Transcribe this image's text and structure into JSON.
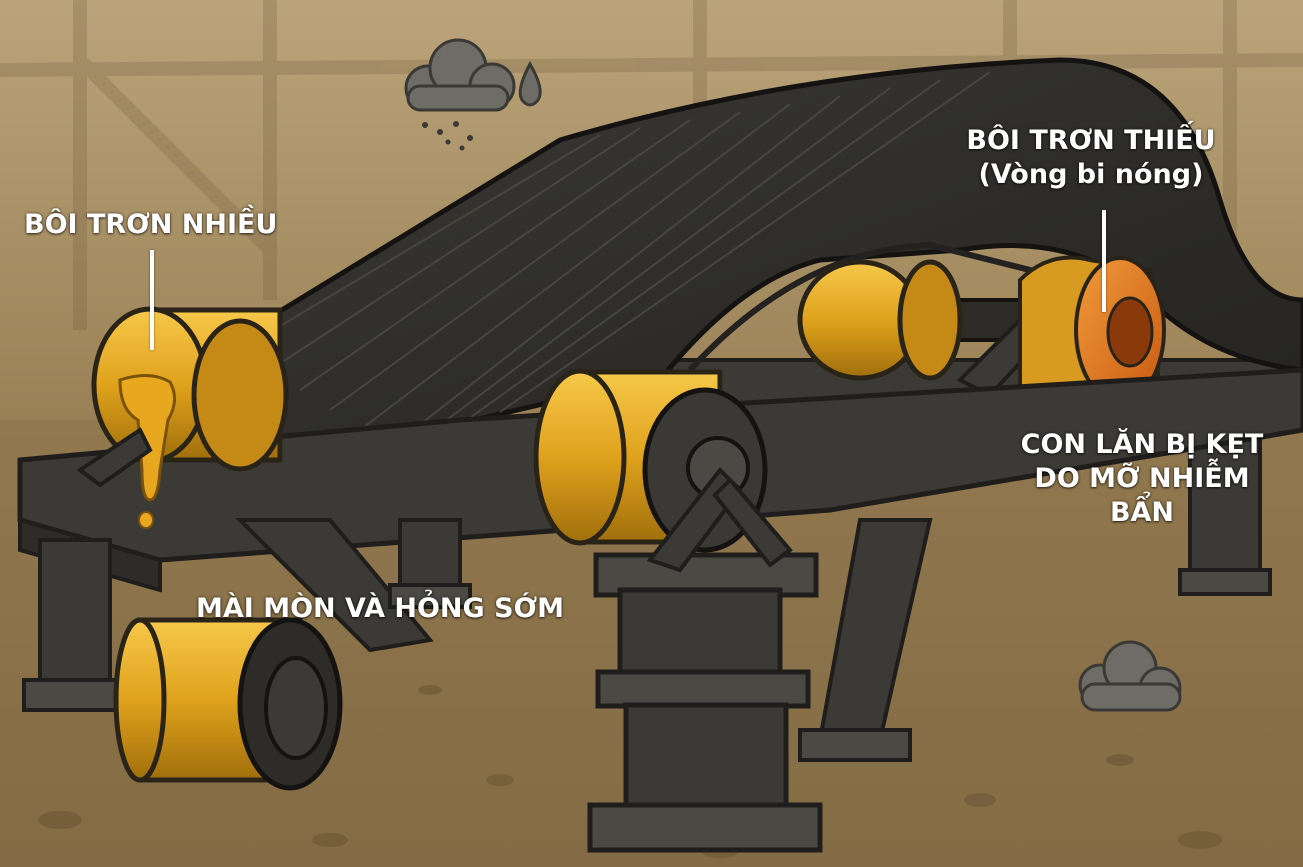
{
  "labels": {
    "over_lubrication": "BÔI TRƠN NHIỀU",
    "under_lubrication": {
      "line1": "BÔI TRƠN THIẾU",
      "line2": "(Vòng bi nóng)"
    },
    "wear_failure": "MÀI MÒN VÀ HỎNG SỚM",
    "stuck_roller": {
      "line1": "CON LĂN BỊ KẸT",
      "line2": "DO MỠ NHIỄM",
      "line3": "BẨN"
    }
  },
  "icons": {
    "cloud": "rain-cloud-icon",
    "droplet": "droplet-icon",
    "dust": "dust-cloud-icon"
  },
  "colors": {
    "background": "#8a7148",
    "belt": "#2b2a27",
    "frame": "#3b3a36",
    "roller": "#e0a21c",
    "hot_bearing": "#e2761e",
    "label_text": "#ffffff"
  }
}
